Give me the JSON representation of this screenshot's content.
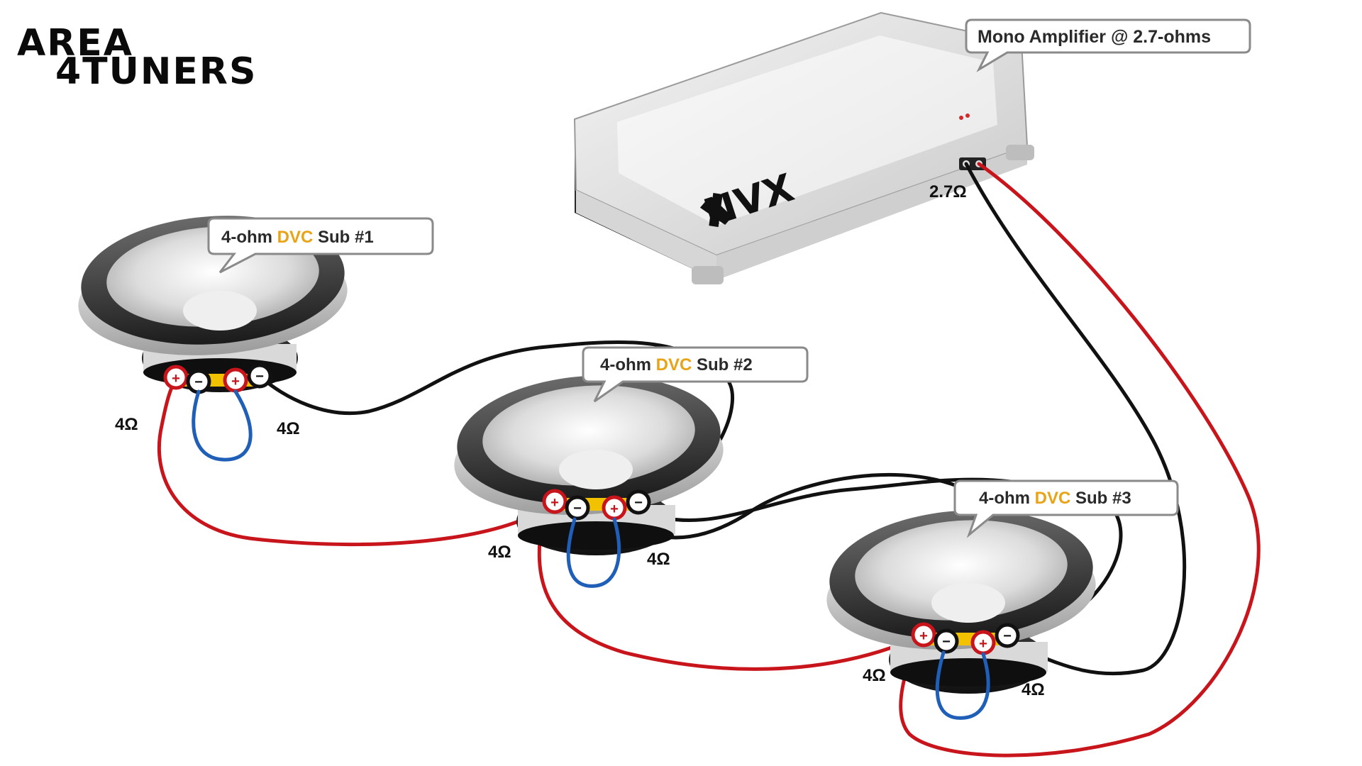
{
  "logo": {
    "line1": "AREA",
    "line2": "4TUNERS"
  },
  "amplifier": {
    "callout": "Mono Amplifier @ 2.7-ohms",
    "brand": "NVX",
    "impedance_label": "2.7Ω"
  },
  "subs": [
    {
      "callout_prefix": "4-ohm ",
      "callout_highlight": "DVC",
      "callout_suffix": " Sub #1",
      "left_coil": "4Ω",
      "right_coil": "4Ω"
    },
    {
      "callout_prefix": "4-ohm ",
      "callout_highlight": "DVC",
      "callout_suffix": " Sub #2",
      "left_coil": "4Ω",
      "right_coil": "4Ω"
    },
    {
      "callout_prefix": "4-ohm ",
      "callout_highlight": "DVC",
      "callout_suffix": " Sub #3",
      "left_coil": "4Ω",
      "right_coil": "4Ω"
    }
  ],
  "terminals": {
    "positive": "+",
    "negative": "−"
  },
  "colors": {
    "positive_wire": "#c8141b",
    "negative_wire": "#111111",
    "jumper_wire": "#1f5fb8",
    "dvc_highlight": "#e8a317"
  }
}
